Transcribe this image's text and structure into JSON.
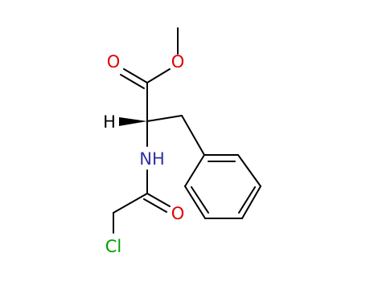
{
  "molecule": {
    "atoms": {
      "o_carbonyl_ester": "O",
      "o_ester": "O",
      "h_stereo": "H",
      "nh": "NH",
      "o_amide": "O",
      "cl": "Cl"
    }
  },
  "colors": {
    "bond": "#000000",
    "oxygen": "#e00000",
    "nitrogen": "#3030a0",
    "chlorine": "#00a000",
    "hydrogen": "#000000"
  }
}
